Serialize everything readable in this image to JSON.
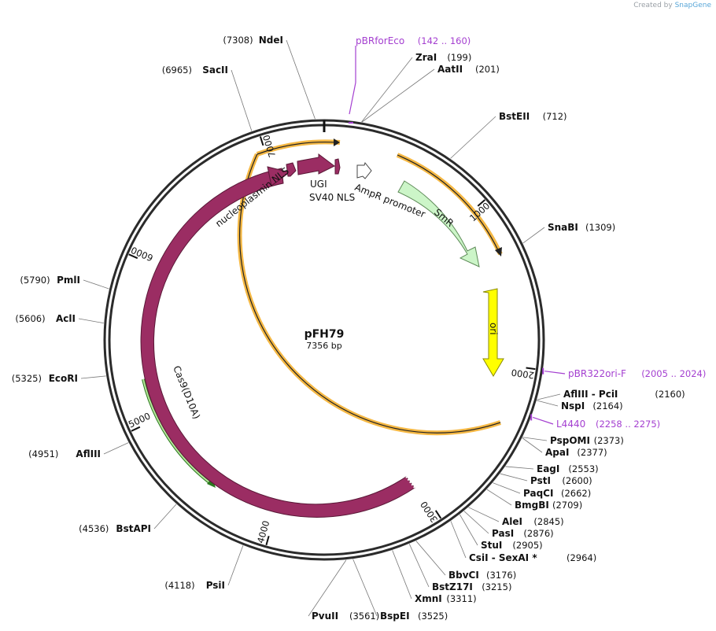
{
  "credit": {
    "prefix": "Created by",
    "brand": "SnapGene"
  },
  "plasmid": {
    "name": "pFH79",
    "size_label": "7356 bp",
    "length": 7356
  },
  "ticks": [
    {
      "pos": 1000,
      "label": "1000"
    },
    {
      "pos": 2000,
      "label": "2000"
    },
    {
      "pos": 3000,
      "label": "3000"
    },
    {
      "pos": 4000,
      "label": "4000"
    },
    {
      "pos": 5000,
      "label": "5000"
    },
    {
      "pos": 6000,
      "label": "6000"
    },
    {
      "pos": 7000,
      "label": "7000"
    }
  ],
  "sites": [
    {
      "name": "NdeI",
      "pos": "(7308)",
      "bp": 7308
    },
    {
      "name": "SacII",
      "pos": "(6965)",
      "bp": 6965
    },
    {
      "name": "ZraI",
      "pos": "(199)",
      "bp": 199
    },
    {
      "name": "AatII",
      "pos": "(201)",
      "bp": 201
    },
    {
      "name": "BstEII",
      "pos": "(712)",
      "bp": 712
    },
    {
      "name": "SnaBI",
      "pos": "(1309)",
      "bp": 1309
    },
    {
      "name": "AflIII  - PciI",
      "pos": "(2160)",
      "bp": 2160
    },
    {
      "name": "NspI",
      "pos": "(2164)",
      "bp": 2164
    },
    {
      "name": "PspOMI",
      "pos": "(2373)",
      "bp": 2373
    },
    {
      "name": "ApaI",
      "pos": "(2377)",
      "bp": 2377
    },
    {
      "name": "EagI",
      "pos": "(2553)",
      "bp": 2553
    },
    {
      "name": "PstI",
      "pos": "(2600)",
      "bp": 2600
    },
    {
      "name": "PaqCI",
      "pos": "(2662)",
      "bp": 2662
    },
    {
      "name": "BmgBI",
      "pos": "(2709)",
      "bp": 2709
    },
    {
      "name": "AleI",
      "pos": "(2845)",
      "bp": 2845
    },
    {
      "name": "PasI",
      "pos": "(2876)",
      "bp": 2876
    },
    {
      "name": "StuI",
      "pos": "(2905)",
      "bp": 2905
    },
    {
      "name": "CsiI  - SexAI *",
      "pos": "(2964)",
      "bp": 2964
    },
    {
      "name": "BbvCI",
      "pos": "(3176)",
      "bp": 3176
    },
    {
      "name": "BstZ17I",
      "pos": "(3215)",
      "bp": 3215
    },
    {
      "name": "XmnI",
      "pos": "(3311)",
      "bp": 3311
    },
    {
      "name": "BspEI",
      "pos": "(3525)",
      "bp": 3525
    },
    {
      "name": "PvuII",
      "pos": "(3561)",
      "bp": 3561
    },
    {
      "name": "PsiI",
      "pos": "(4118)",
      "bp": 4118
    },
    {
      "name": "BstAPI",
      "pos": "(4536)",
      "bp": 4536
    },
    {
      "name": "AflIII",
      "pos": "(4951)",
      "bp": 4951
    },
    {
      "name": "EcoRI",
      "pos": "(5325)",
      "bp": 5325
    },
    {
      "name": "AclI",
      "pos": "(5606)",
      "bp": 5606
    },
    {
      "name": "PmlI",
      "pos": "(5790)",
      "bp": 5790
    }
  ],
  "primers": [
    {
      "name": "pBRforEco",
      "range": "(142 .. 160)",
      "start": 142
    },
    {
      "name": "pBR322ori-F",
      "range": "(2005 .. 2024)",
      "start": 2005
    },
    {
      "name": "L4440",
      "range": "(2258 .. 2275)",
      "start": 2258
    }
  ],
  "features": [
    {
      "name": "nucleoplasmin NLS",
      "color": "#9b2d63"
    },
    {
      "name": "UGI",
      "color": "#9b2d63"
    },
    {
      "name": "SV40 NLS",
      "color": "#9b2d63"
    },
    {
      "name": "AmpR promoter",
      "color": "#ffffff"
    },
    {
      "name": "SmR",
      "color": "#ccf5c8"
    },
    {
      "name": "ori",
      "color": "#ffff00"
    },
    {
      "name": "Cas9(D10A)",
      "color": "#9b2d63"
    }
  ],
  "colors": {
    "backbone": "#2b2b2b",
    "orange_arc": "#f5b844",
    "primer": "#a43fd0",
    "cds": "#9b2d63",
    "smr": "#ccf5c8",
    "ori": "#ffff00"
  }
}
